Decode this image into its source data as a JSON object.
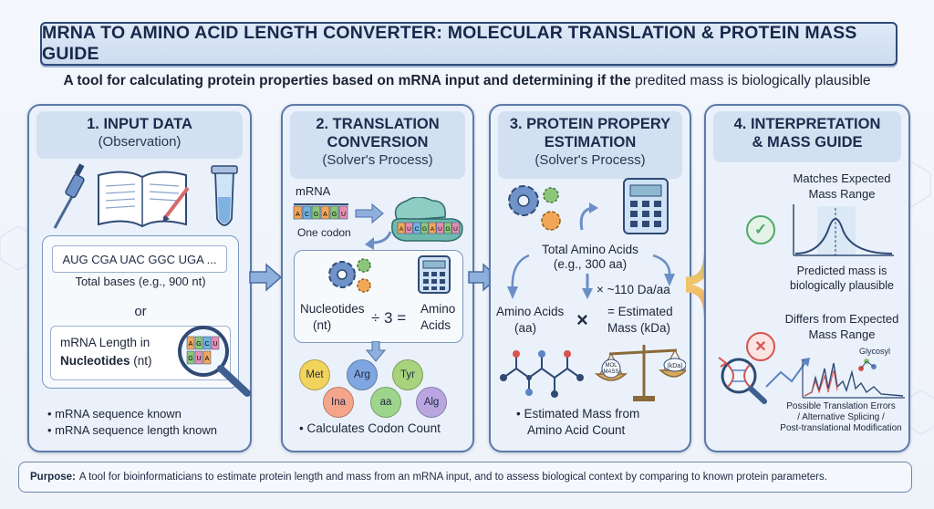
{
  "title": "MRNA TO AMINO ACID LENGTH CONVERTER: MOLECULAR TRANSLATION & PROTEIN MASS GUIDE",
  "subtitle": {
    "bold": "A tool for calculating protein properties based on mRNA input and determining if the",
    "rest": "predited mass is biologically plausible"
  },
  "panel1": {
    "title": "1. INPUT DATA",
    "subtitle": "(Observation)",
    "sequence": "AUG CGA UAC GGC UGA ...",
    "total_bases": "Total bases (e.g., 900 nt)",
    "or": "or",
    "length_line1": "mRNA Length in",
    "length_bold": "Nucleotides",
    "length_rest": " (nt)",
    "bullets": [
      "mRNA sequence known",
      "mRNA sequence length known"
    ],
    "magnifier_letters": [
      "A",
      "G",
      "C",
      "U",
      "G",
      "U",
      "A"
    ]
  },
  "panel2": {
    "title1": "2. TRANSLATION",
    "title2": "CONVERSION",
    "subtitle": "(Solver's Process)",
    "mrna_label": "mRNA",
    "mrna_bases": [
      "A",
      "C",
      "G",
      "A",
      "G",
      "U"
    ],
    "ribosome_bases": [
      "A",
      "U",
      "C",
      "G",
      "A",
      "U",
      "G",
      "U"
    ],
    "codon_label": "One codon",
    "nucleotides": "Nucleotides",
    "nt": "(nt)",
    "divide": "÷ 3 =",
    "amino1": "Amino",
    "amino2": "Acids",
    "chips": [
      {
        "label": "Met",
        "color": "#f2d35c"
      },
      {
        "label": "Arg",
        "color": "#7fa6e0"
      },
      {
        "label": "Tyr",
        "color": "#a8d27c"
      },
      {
        "label": "Ina",
        "color": "#f4a58a"
      },
      {
        "label": "aa",
        "color": "#9ed58c"
      },
      {
        "label": "Alg",
        "color": "#b9a6e0"
      }
    ],
    "bullet": "Calculates Codon Count"
  },
  "panel3": {
    "title1": "3. PROTEIN PROPERY",
    "title2": "ESTIMATION",
    "subtitle": "(Solver's Process)",
    "total1": "Total Amino Acids",
    "total2": "(e.g., 300 aa)",
    "factor": "× ~110 Da/aa",
    "aa1": "Amino Acids",
    "aa2": "(aa)",
    "times": "×",
    "mass1": "= Estimated",
    "mass2": "Mass (kDa)",
    "scale_left1": "MOL",
    "scale_left2": "MASS",
    "scale_right": "(kDa)",
    "bullet1": "Estimated Mass from",
    "bullet2": "Amino Acid Count"
  },
  "panel4": {
    "title1": "4. INTERPRETATION",
    "title2": "& MASS GUIDE",
    "match1": "Matches Expected",
    "match2": "Mass Range",
    "plaus1": "Predicted mass is",
    "plaus2": "biologically plausible",
    "diff1": "Differs from Expected",
    "diff2": "Mass Range",
    "glycosyl": "Glycosyl",
    "err1": "Possible Translation Errors",
    "err2": "/ Alternative Splicing /",
    "err3": "Post-translational Modification",
    "ok_color": "#4fa86a",
    "bad_color": "#d9534f"
  },
  "purpose": {
    "label": "Purpose:",
    "text": "A tool for bioinformaticians to estimate protein length and mass from an mRNA input, and to assess biological context by comparing to known protein parameters."
  }
}
